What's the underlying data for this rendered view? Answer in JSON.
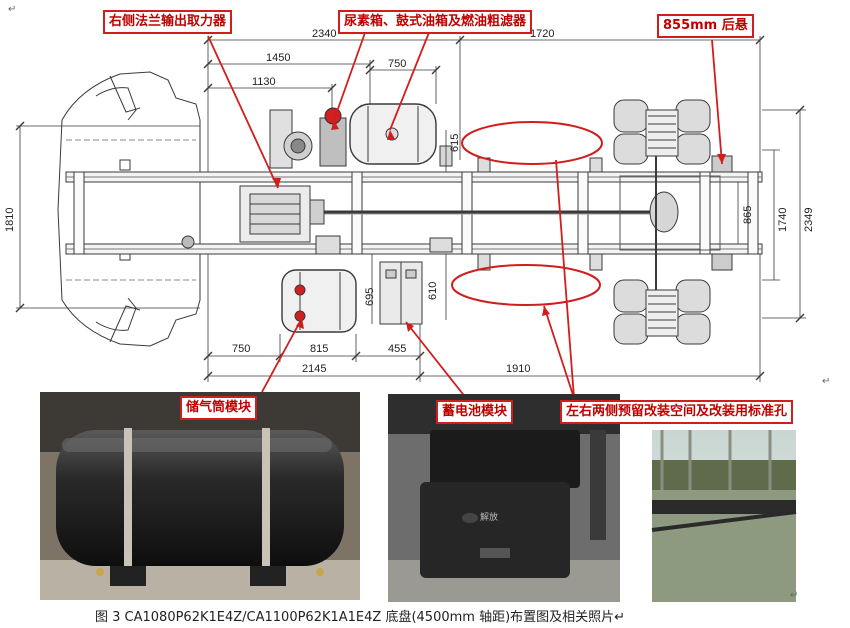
{
  "callouts": {
    "pto": "右侧法兰输出取力器",
    "tanks": "尿素箱、鼓式油箱及燃油粗滤器",
    "rear_susp": "855mm 后悬",
    "air_tank": "储气筒模块",
    "battery": "蓄电池模块",
    "reserved": "左右两侧预留改装空间及改装用标准孔"
  },
  "dimensions": {
    "d2340": "2340",
    "d1720": "1720",
    "d1450": "1450",
    "d750_top": "750",
    "d1130": "1130",
    "d615": "615",
    "d1810": "1810",
    "d865": "865",
    "d1740": "1740",
    "d2349": "2349",
    "d695": "695",
    "d610": "610",
    "d750_bot": "750",
    "d815": "815",
    "d455": "455",
    "d2145": "2145",
    "d1910": "1910"
  },
  "photo_marks": {
    "battery_logo": "解放"
  },
  "paragraph_mark": "↵",
  "caption": "图 3    CA1080P62K1E4Z/CA1100P62K1A1E4Z 底盘(4500mm 轴距)布置图及相关照片↵",
  "colors": {
    "callout_border": "#d21d1d",
    "callout_text": "#c00000",
    "drawing_line": "#3a3a3a"
  }
}
